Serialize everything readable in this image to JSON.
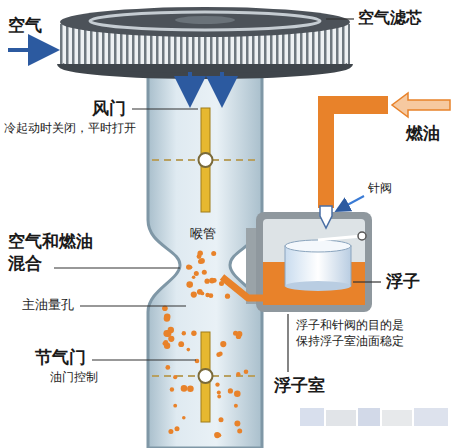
{
  "diagram": {
    "labels": [
      "空气",
      "空气滤芯",
      "风门",
      "冷起动时关闭，平时打开",
      "燃油",
      "针阀",
      "喉管",
      "空气和燃油混合",
      "主油量孔",
      "浮子",
      "浮子和针阀的目的是保持浮子室油面稳定",
      "节气门",
      "油门控制",
      "浮子室"
    ]
  }
}
